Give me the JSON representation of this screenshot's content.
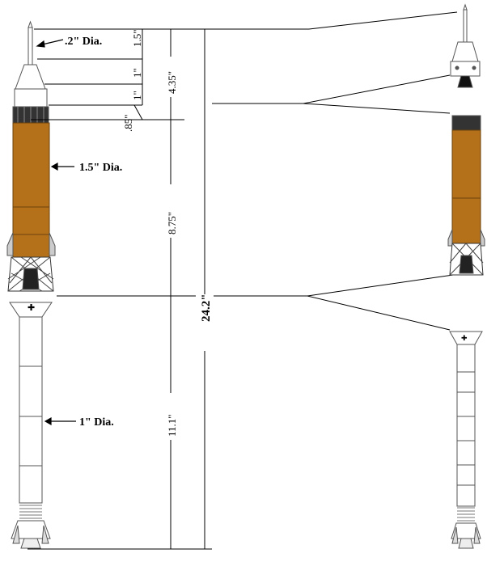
{
  "labels": {
    "escape_tower_dia": ".2\" Dia.",
    "upper_stage_dia": "1.5\" Dia.",
    "first_stage_dia": "1\" Dia."
  },
  "dimensions": {
    "tower_len": "1.5\"",
    "capsule_len": "1\"",
    "service_len": "1\"",
    "adapter_len": ".85\"",
    "upper_group_len": "4.35\"",
    "second_stage_len": "8.75\"",
    "total_len": "24.2\"",
    "first_stage_len": "11.1\""
  },
  "colors": {
    "upper_stage_fill": "#b5711a",
    "upper_stage_dark": "#8a5612",
    "line": "#000000",
    "outline": "#555555"
  }
}
